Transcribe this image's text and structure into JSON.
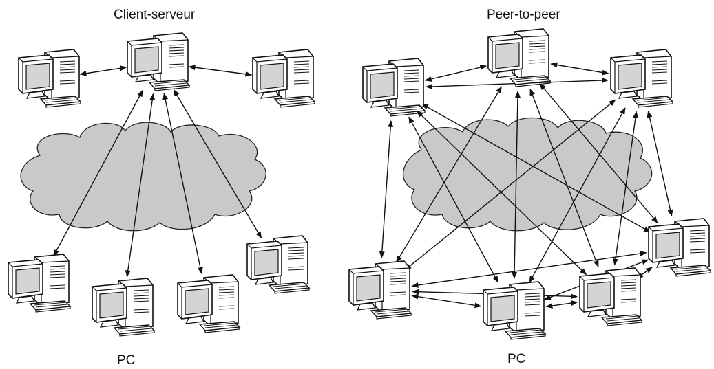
{
  "panels": {
    "client_server": {
      "title": "Client-serveur",
      "caption": "PC",
      "server": "cs-server",
      "clients": [
        "cs-left",
        "cs-right",
        "cs-bottom-1",
        "cs-bottom-2",
        "cs-bottom-3",
        "cs-bottom-4"
      ]
    },
    "peer_to_peer": {
      "title": "Peer-to-peer",
      "caption": "PC",
      "peers": [
        "p2p-1",
        "p2p-2",
        "p2p-3",
        "p2p-4",
        "p2p-5",
        "p2p-6",
        "p2p-7"
      ],
      "topology": "full-mesh"
    }
  },
  "colors": {
    "cloud_fill": "#c9c9c9",
    "line": "#111111",
    "screen": "#d4d4d4"
  }
}
